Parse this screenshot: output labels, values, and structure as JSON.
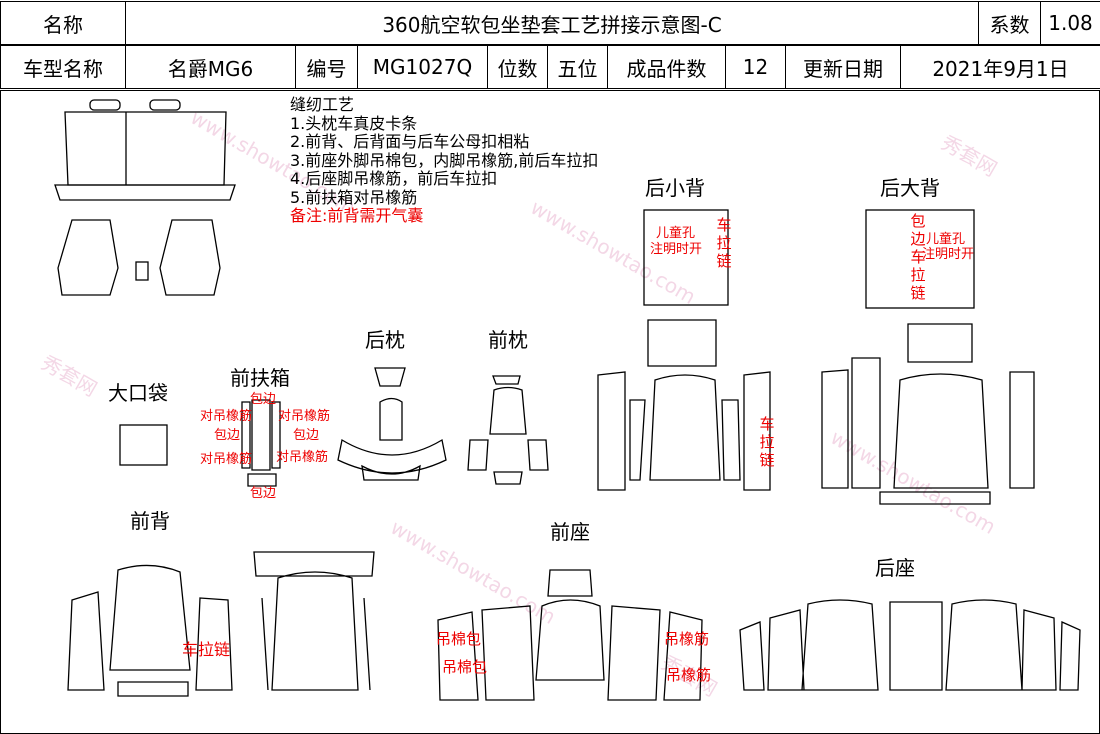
{
  "header": {
    "name_label": "名称",
    "title": "360航空软包坐垫套工艺拼接示意图-C",
    "coef_label": "系数",
    "coef_value": "1.08",
    "model_label": "车型名称",
    "model_value": "名爵MG6",
    "code_label": "编号",
    "code_value": "MG1027Q",
    "seats_label": "位数",
    "seats_value": "五位",
    "pieces_label": "成品件数",
    "pieces_value": "12",
    "date_label": "更新日期",
    "date_value": "2021年9月1日"
  },
  "notes": {
    "title": "缝纫工艺",
    "items": [
      "1.头枕车真皮卡条",
      "2.前背、后背面与后车公母扣相粘",
      "3.前座外脚吊棉包，内脚吊橡筋,前后车拉扣",
      "4.后座脚吊橡筋，前后车拉扣",
      "5.前扶箱对吊橡筋"
    ],
    "remark": "备注:前背需开气囊"
  },
  "sections": {
    "rear_small_back": "后小背",
    "rear_big_back": "后大背",
    "rear_headrest": "后枕",
    "front_headrest": "前枕",
    "big_bag": "大口袋",
    "front_armrest": "前扶箱",
    "front_back": "前背",
    "front_seat": "前座",
    "rear_seat": "后座"
  },
  "red_labels": {
    "child_hole": "儿童孔",
    "note_open": "注明时开",
    "car_zip_v": "车拉链",
    "hem_zip_v": "包边车拉链",
    "hem": "包边",
    "pair_elastic": "对吊橡筋",
    "car_zip": "车拉链",
    "cotton_bag": "吊棉包",
    "elastic": "吊橡筋"
  },
  "watermark": {
    "site": "www.showtao.com",
    "brand": "秀套网"
  },
  "colors": {
    "annotation": "#ee0000",
    "line": "#000000",
    "watermark": "#e6a8c8"
  }
}
